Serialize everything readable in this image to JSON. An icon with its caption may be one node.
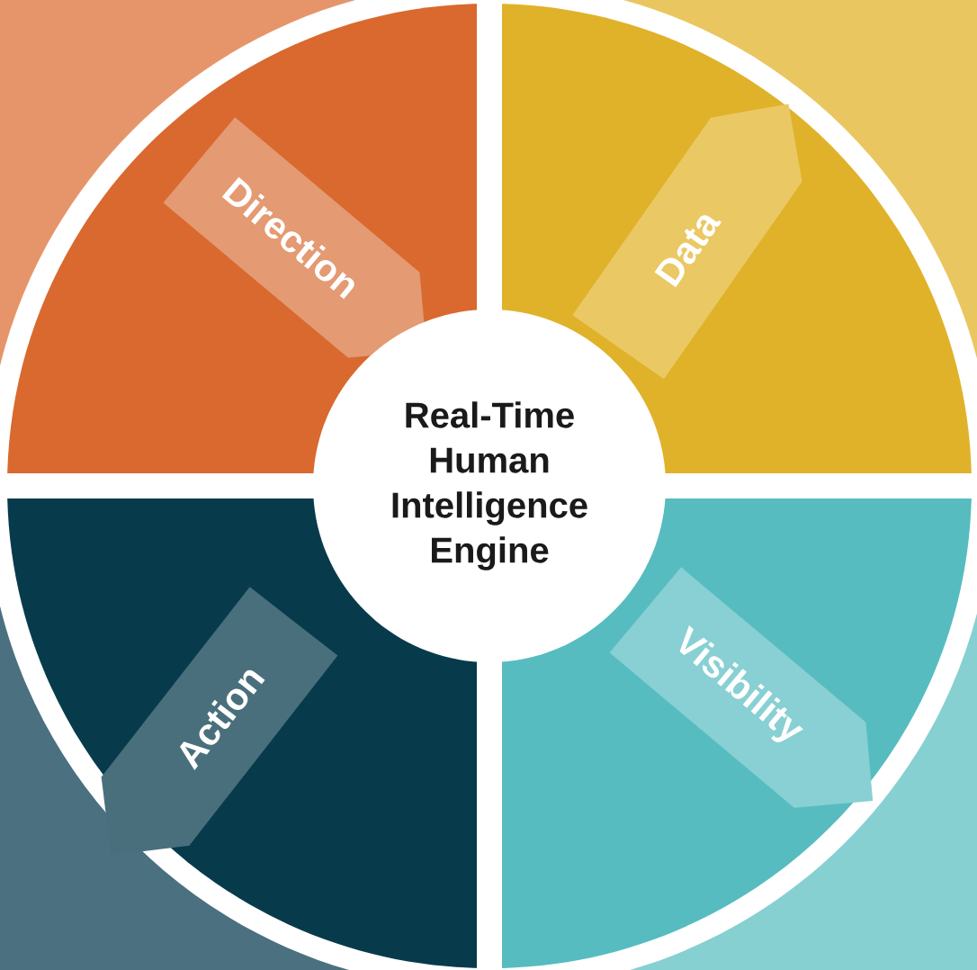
{
  "diagram": {
    "nodes": [
      {
        "text": [
          "Direction"
        ]
      },
      {
        "text": [
          "Data"
        ]
      },
      {
        "text": [
          "Real-Time Human Intelligence Engine"
        ]
      },
      {
        "text": [
          "Action"
        ]
      },
      {
        "text": [
          "Visibility"
        ]
      }
    ]
  }
}
